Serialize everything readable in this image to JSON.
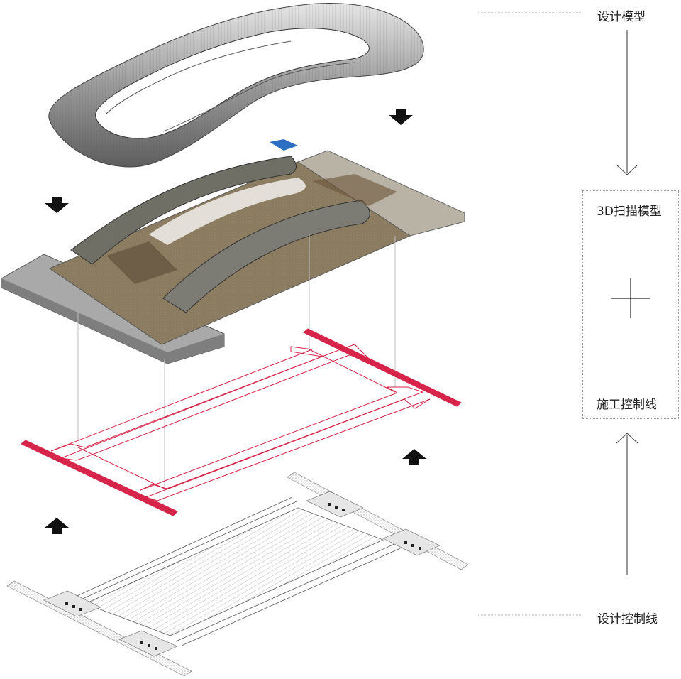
{
  "labels": {
    "design_model": "设计模型",
    "scan_model": "3D扫描模型",
    "construction_lines": "施工控制线",
    "design_lines": "设计控制线"
  },
  "colors": {
    "red_lines": "#d6244a",
    "arrow": "#111111",
    "model_gray": "#8a8a8a",
    "slab_gray": "#b8b8b8"
  }
}
